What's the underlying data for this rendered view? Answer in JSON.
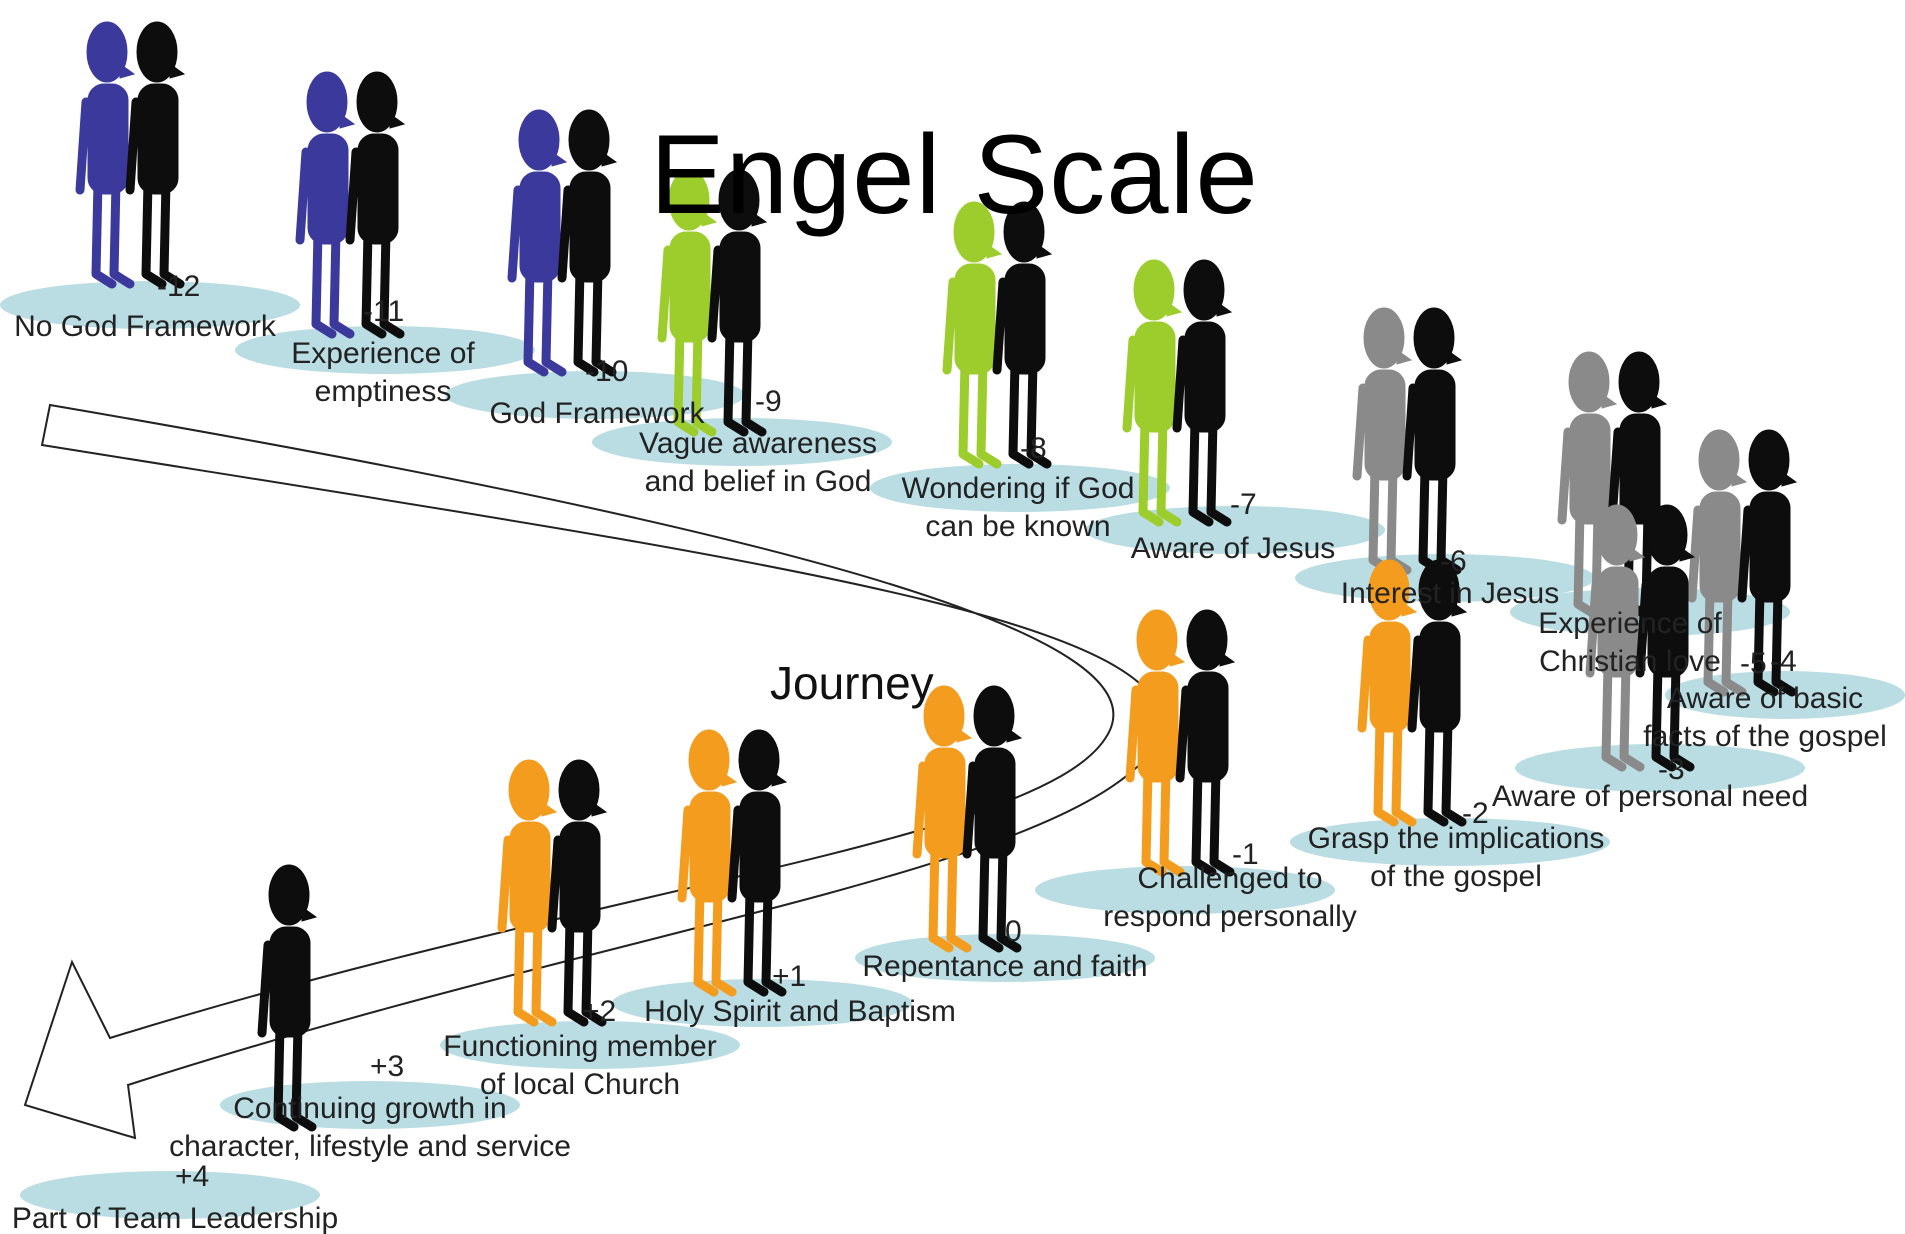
{
  "title": "Engel Scale",
  "journey_label": "Journey",
  "colors": {
    "pad": "#b9dde2",
    "figure_dark": "#0d0d0d",
    "blue": "#3b3a9c",
    "green": "#9ccd2c",
    "grey": "#8a8a8a",
    "orange": "#f39c1e"
  },
  "icon": "person-pair-icon",
  "stages": [
    {
      "num": "-12",
      "label": "No God Framework",
      "color": "blue"
    },
    {
      "num": "-11",
      "label": "Experience of\nemptiness",
      "color": "blue"
    },
    {
      "num": "-10",
      "label": "God Framework",
      "color": "blue"
    },
    {
      "num": "-9",
      "label": "Vague awareness\nand belief in God",
      "color": "green"
    },
    {
      "num": "-8",
      "label": "Wondering if God\ncan be known",
      "color": "green"
    },
    {
      "num": "-7",
      "label": "Aware of Jesus",
      "color": "green"
    },
    {
      "num": "-6",
      "label": "Interest in Jesus",
      "color": "grey"
    },
    {
      "num": "-5",
      "label": "Experience of\nChristian love",
      "color": "grey"
    },
    {
      "num": "-4",
      "label": "Aware of basic\nfacts of the gospel",
      "color": "grey"
    },
    {
      "num": "-3",
      "label": "Aware of personal need",
      "color": "grey"
    },
    {
      "num": "-2",
      "label": "Grasp the implications\nof the gospel",
      "color": "orange"
    },
    {
      "num": "-1",
      "label": "Challenged to\nrespond personally",
      "color": "orange"
    },
    {
      "num": "0",
      "label": "Repentance and faith",
      "color": "orange"
    },
    {
      "num": "+1",
      "label": "Holy Spirit and Baptism",
      "color": "orange"
    },
    {
      "num": "+2",
      "label": "Functioning member\nof local Church",
      "color": "orange"
    },
    {
      "num": "+3",
      "label": "Continuing growth in\ncharacter, lifestyle and service",
      "color": "none"
    },
    {
      "num": "+4",
      "label": "Part of Team Leadership",
      "color": "none"
    }
  ]
}
